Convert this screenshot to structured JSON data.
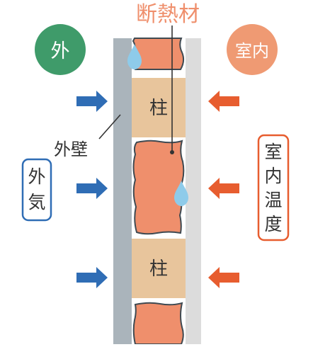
{
  "title": "断熱材",
  "outside_badge": "外",
  "inside_badge": "室内",
  "pillar_label": "柱",
  "exterior_wall_label": "外壁",
  "outside_air_box": [
    "外",
    "気"
  ],
  "indoor_temp_box": [
    "室",
    "内",
    "温",
    "度"
  ],
  "colors": {
    "outside_green": "#3f9b6a",
    "inside_orange": "#ef9a73",
    "arrow_blue": "#2f6db5",
    "arrow_red": "#e75d2f",
    "insulation": "#ef8f6c",
    "pillar": "#e8c59c",
    "wall_gray": "#aab4bb",
    "inner_board": "#dcdcdc",
    "droplet": "#8ecbea"
  },
  "icons": [
    "droplet-icon",
    "arrow-right-icon",
    "arrow-left-icon"
  ]
}
